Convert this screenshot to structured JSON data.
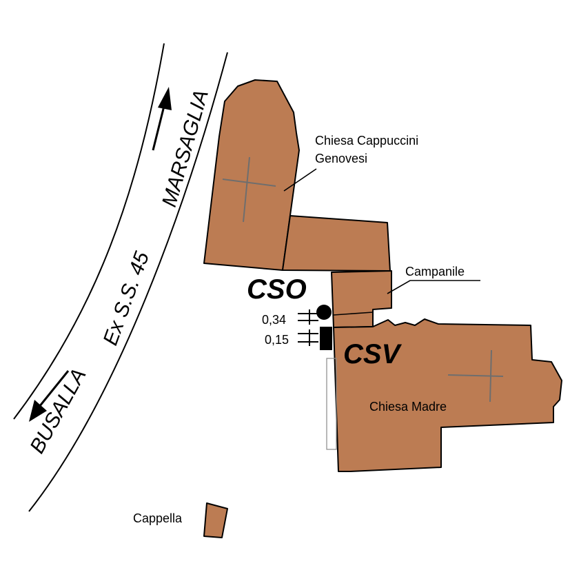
{
  "labels": {
    "chiesa_cappuccini_line1": "Chiesa Cappuccini",
    "chiesa_cappuccini_line2": "Genovesi",
    "campanile": "Campanile",
    "chiesa_madre": "Chiesa Madre",
    "cappella": "Cappella"
  },
  "road": {
    "name": "Ex S.S. 45",
    "direction_north": "MARSAGLIA",
    "direction_south": "BUSALLA"
  },
  "stations": {
    "cso": {
      "code": "CSO",
      "measure": "0,34"
    },
    "csv": {
      "code": "CSV",
      "measure": "0,15"
    }
  },
  "colors": {
    "building_fill": "#bc7c53",
    "outline": "#000000",
    "cross": "#6e6e6e"
  }
}
